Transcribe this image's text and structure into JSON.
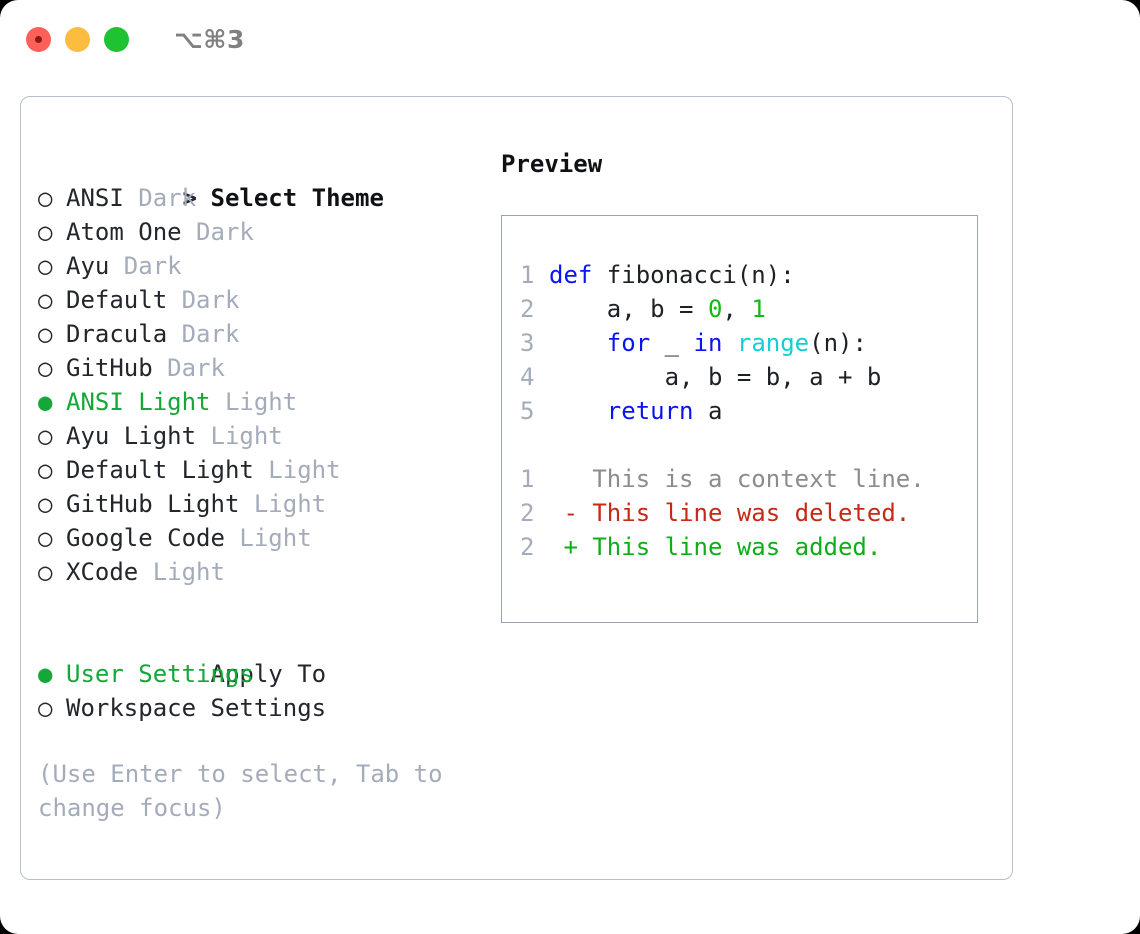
{
  "titlebar": {
    "shortcut": "⌥⌘3",
    "lights": [
      "close",
      "minimize",
      "maximize"
    ]
  },
  "theme_picker": {
    "header_prefix": ">",
    "header": "Select Theme",
    "bullet_unselected": "○",
    "bullet_selected": "●",
    "selected_color": "#14a83a",
    "items": [
      {
        "name": "ANSI",
        "suffix": "Dark",
        "selected": false
      },
      {
        "name": "Atom One",
        "suffix": "Dark",
        "selected": false
      },
      {
        "name": "Ayu",
        "suffix": "Dark",
        "selected": false
      },
      {
        "name": "Default",
        "suffix": "Dark",
        "selected": false
      },
      {
        "name": "Dracula",
        "suffix": "Dark",
        "selected": false
      },
      {
        "name": "GitHub",
        "suffix": "Dark",
        "selected": false
      },
      {
        "name": "ANSI Light",
        "suffix": "Light",
        "selected": true
      },
      {
        "name": "Ayu Light",
        "suffix": "Light",
        "selected": false
      },
      {
        "name": "Default Light",
        "suffix": "Light",
        "selected": false
      },
      {
        "name": "GitHub Light",
        "suffix": "Light",
        "selected": false
      },
      {
        "name": "Google Code",
        "suffix": "Light",
        "selected": false
      },
      {
        "name": "XCode",
        "suffix": "Light",
        "selected": false
      }
    ]
  },
  "apply_to": {
    "header": "Apply To",
    "options": [
      {
        "name": "User Settings",
        "selected": true
      },
      {
        "name": "Workspace Settings",
        "selected": false
      }
    ]
  },
  "hint": "(Use Enter to select, Tab to\nchange focus)",
  "preview": {
    "title": "Preview",
    "code_lines": [
      {
        "n": "1",
        "tokens": [
          {
            "t": "def",
            "c": "kw"
          },
          {
            "t": " fibonacci(n):",
            "c": "plain"
          }
        ]
      },
      {
        "n": "2",
        "tokens": [
          {
            "t": "    a, b = ",
            "c": "plain"
          },
          {
            "t": "0",
            "c": "num"
          },
          {
            "t": ", ",
            "c": "plain"
          },
          {
            "t": "1",
            "c": "num"
          }
        ]
      },
      {
        "n": "3",
        "tokens": [
          {
            "t": "    ",
            "c": "plain"
          },
          {
            "t": "for",
            "c": "kw"
          },
          {
            "t": " _ ",
            "c": "plain"
          },
          {
            "t": "in",
            "c": "kw"
          },
          {
            "t": " ",
            "c": "plain"
          },
          {
            "t": "range",
            "c": "bi"
          },
          {
            "t": "(n):",
            "c": "plain"
          }
        ]
      },
      {
        "n": "4",
        "tokens": [
          {
            "t": "        a, b = b, a + b",
            "c": "plain"
          }
        ]
      },
      {
        "n": "5",
        "tokens": [
          {
            "t": "    ",
            "c": "plain"
          },
          {
            "t": "return",
            "c": "kw"
          },
          {
            "t": " a",
            "c": "plain"
          }
        ]
      }
    ],
    "diff_lines": [
      {
        "n": "1",
        "marker": " ",
        "text": "This is a context line.",
        "kind": "diff-ctx"
      },
      {
        "n": "2",
        "marker": "-",
        "text": "This line was deleted.",
        "kind": "diff-del"
      },
      {
        "n": "2",
        "marker": "+",
        "text": "This line was added.",
        "kind": "diff-add"
      }
    ]
  },
  "colors": {
    "accent_green": "#14a83a",
    "keyword_blue": "#0a14f0",
    "builtin_cyan": "#13cfd4",
    "number_green": "#14b914",
    "diff_delete_red": "#c42a17",
    "diff_add_green": "#0fae18",
    "muted_grey": "#a4acbb",
    "border": "#b6bfcc"
  }
}
